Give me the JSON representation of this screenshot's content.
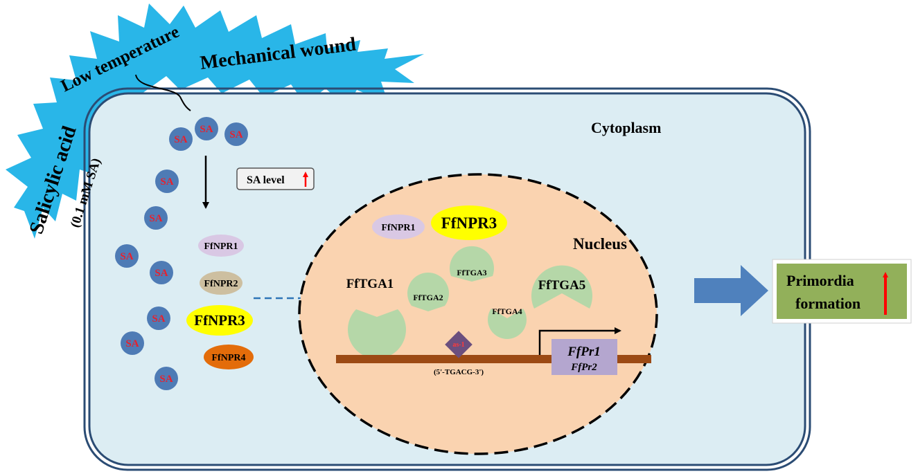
{
  "stimuli": {
    "low_temperature": "Low temperature",
    "mechanical_wound": "Mechanical wound",
    "salicylic_acid": "Salicylic acid",
    "sa_concentration": "(0.1 mM SA)"
  },
  "cell": {
    "cytoplasm_label": "Cytoplasm",
    "sa_molecule_label": "SA",
    "sa_level_label": "SA level",
    "sa_level_trend": "up"
  },
  "cytoplasm_proteins": [
    "FfNPR1",
    "FfNPR2",
    "FfNPR3",
    "FfNPR4"
  ],
  "nucleus": {
    "label": "Nucleus",
    "npr_proteins": [
      "FfNPR1",
      "FfNPR3"
    ],
    "tga_factors": [
      "FfTGA1",
      "FfTGA2",
      "FfTGA3",
      "FfTGA4",
      "FfTGA5"
    ],
    "cis_element": "as-1",
    "cis_sequence": "(5'-TGACG-3')",
    "target_genes": [
      "FfPr1",
      "FfPr2"
    ]
  },
  "outcome": {
    "line1": "Primordia",
    "line2": "formation",
    "trend": "up"
  },
  "colors": {
    "burst": "#29b6e8",
    "cell_fill": "#dcedf3",
    "cell_border": "#2b4c74",
    "nucleus_fill": "#fad3b0",
    "sa_ball": "#4e7bb5",
    "sa_text": "#e8202c",
    "npr1": "#d9c8e4",
    "npr2": "#cdbfa0",
    "npr3": "#ffff00",
    "npr4": "#e36c0a",
    "tga": "#b5d7a8",
    "dna": "#9c4a14",
    "as1": "#6b4f7e",
    "gene_box": "#b4a6cf",
    "big_arrow": "#4f81bd",
    "outcome_fill": "#92b05a",
    "up_arrow": "#ff0000"
  }
}
